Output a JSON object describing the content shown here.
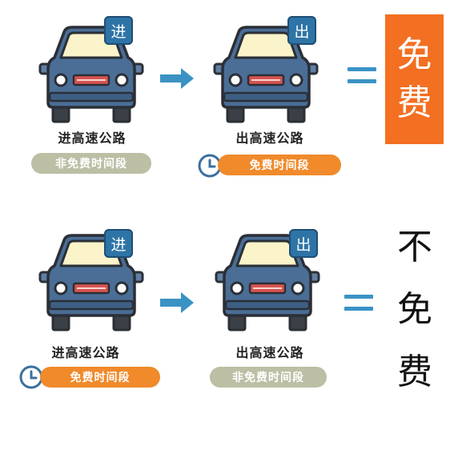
{
  "colors": {
    "car_body": "#4a6e96",
    "car_outline": "#2b2f36",
    "window": "#fbf3c9",
    "badge": "#2e74a6",
    "arrow": "#3a93c4",
    "equals": "#3a93c4",
    "pill_gray": "#bcbfa4",
    "pill_orange": "#f08a2b",
    "free_box": "#f36f21",
    "clock": "#3c6f9e"
  },
  "scenario1": {
    "entry": {
      "badge": "进",
      "label": "进高速公路",
      "period": "非免费时间段"
    },
    "exit": {
      "badge": "出",
      "label": "出高速公路",
      "period": "免费时间段"
    },
    "result": [
      "免",
      "费"
    ]
  },
  "scenario2": {
    "entry": {
      "badge": "进",
      "label": "进高速公路",
      "period": "免费时间段"
    },
    "exit": {
      "badge": "出",
      "label": "出高速公路",
      "period": "非免费时间段"
    },
    "result": [
      "不",
      "免",
      "费"
    ]
  }
}
